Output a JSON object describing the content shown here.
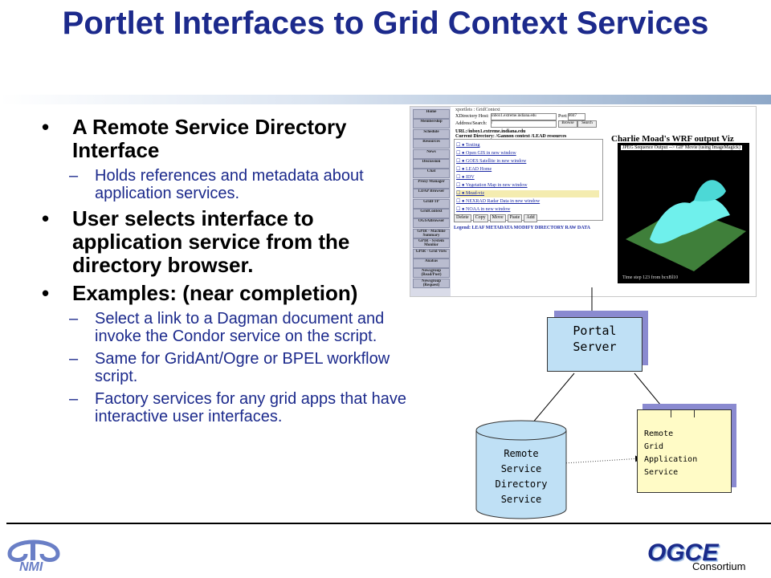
{
  "title": "Portlet Interfaces to Grid Context Services",
  "bullets": [
    {
      "text": "A Remote Service Directory Interface",
      "sub": [
        "Holds references and metadata about application services."
      ]
    },
    {
      "text": "User selects interface to application service from the directory browser.",
      "sub": []
    },
    {
      "text": "Examples: (near completion)",
      "sub": [
        "Select a link to a Dagman document  and invoke the Condor service on the script.",
        "Same for GridAnt/Ogre or BPEL workflow script.",
        "Factory services for any grid apps that have interactive user interfaces."
      ]
    }
  ],
  "screenshot": {
    "nav_items": [
      "Home",
      "Membership",
      "Schedule",
      "Resources",
      "News",
      "Discussion",
      "Chat",
      "Proxy Manager",
      "LDAP Browser",
      "GridFTP",
      "GridContext",
      "OGSABrowser",
      "GPIR - Machine Summary",
      "GPIR - System Monitor",
      "GPIR - Grid View",
      "Anabas",
      "Newsgroup (Read/Post)",
      "Newsgroup (Request)"
    ],
    "portlet_title": "xportlets : GridContext",
    "host_label": "XDirectory Host:",
    "host_value": "inbox1.extreme.indiana.edu",
    "port_label": "Port:",
    "port_value": "8047",
    "address_label": "Address/Search:",
    "address_value": "/",
    "browse_btn": "Browse",
    "search_btn": "Search",
    "url_line": "URL:/inbox1.extreme.indiana.edu",
    "current_dir": "Current Directory: /Gannon context /LEAD resources",
    "tree_items": [
      "Testing",
      "Open GIS in new window",
      "GOES Satellite in new window",
      "LEAD Home",
      "IDV",
      "Vegetation Map in new window",
      "Mead-viz",
      "NEXRAD Radar Data in new window",
      "NOAA in new window"
    ],
    "selected_item": 6,
    "action_buttons": [
      "Delete",
      "Copy",
      "Move",
      "Paste",
      "Add"
    ],
    "legend": "Legend: LEAF  METADATA  MODIFY  DIRECTORY  RAW DATA",
    "viz_title": "Charlie Moad's WRF output Viz",
    "viz_caption": "JPEG Sequence Output --> GIF Movie (using ImageMagick)",
    "viz_timestep": "Time step 123 from bcxBl10"
  },
  "diagram": {
    "portal_server": "Portal\nServer",
    "remote_directory": "Remote\nService\nDirectory\nService",
    "remote_grid_app": "Remote\nGrid\nApplication\nService"
  },
  "footer": {
    "nmi_logo_text": "NMI",
    "ogce": "OGCE",
    "consortium": "Consortium"
  },
  "colors": {
    "title": "#1c2a8c",
    "sub_bullet": "#1c2a8c",
    "box_fill": "#bfe0f5",
    "grid_app_fill": "#fffbc6"
  }
}
